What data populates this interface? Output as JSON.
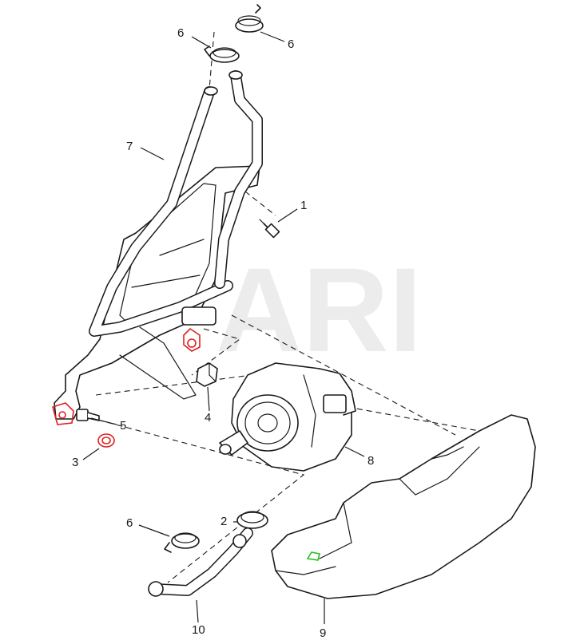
{
  "watermark": "ARI",
  "colors": {
    "highlight_red": "#e02020",
    "highlight_green": "#22c022",
    "line": "#1a1a1a"
  },
  "callouts": [
    {
      "id": "c1",
      "label": "1"
    },
    {
      "id": "c2",
      "label": "2"
    },
    {
      "id": "c3",
      "label": "3"
    },
    {
      "id": "c4",
      "label": "4"
    },
    {
      "id": "c5",
      "label": "5"
    },
    {
      "id": "c6a",
      "label": "6"
    },
    {
      "id": "c6b",
      "label": "6"
    },
    {
      "id": "c6c",
      "label": "6"
    },
    {
      "id": "c7",
      "label": "7"
    },
    {
      "id": "c8",
      "label": "8"
    },
    {
      "id": "c9",
      "label": "9"
    },
    {
      "id": "c10",
      "label": "10"
    }
  ]
}
